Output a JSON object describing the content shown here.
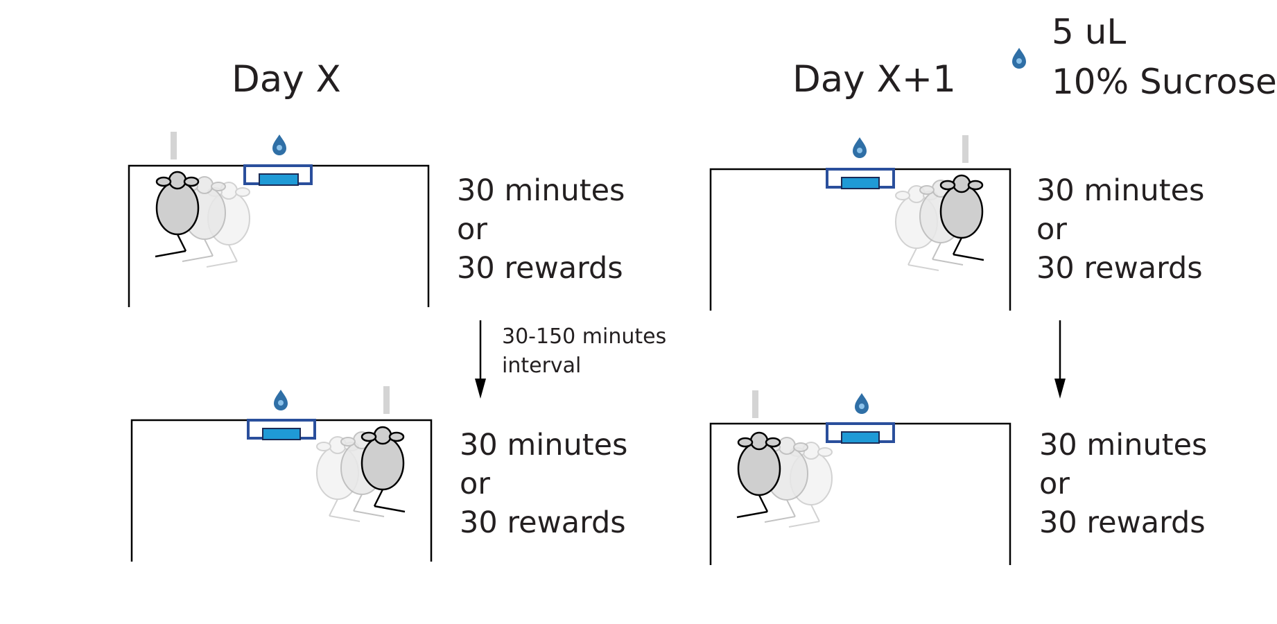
{
  "legend": {
    "icon": "water-drop-icon",
    "volume": "5 uL",
    "solution": "10% Sucrose"
  },
  "columns": [
    {
      "title": "Day X",
      "sessions": [
        {
          "line1": "30 minutes",
          "line2": "or",
          "line3": "30 rewards",
          "lever_side": "left"
        },
        {
          "line1": "30 minutes",
          "line2": "or",
          "line3": "30 rewards",
          "lever_side": "right"
        }
      ],
      "interval": {
        "line1": "30-150 minutes",
        "line2": "interval"
      }
    },
    {
      "title": "Day X+1",
      "sessions": [
        {
          "line1": "30 minutes",
          "line2": "or",
          "line3": "30 rewards",
          "lever_side": "right"
        },
        {
          "line1": "30 minutes",
          "line2": "or",
          "line3": "30 rewards",
          "lever_side": "left"
        }
      ]
    }
  ],
  "colors": {
    "drop": "#2f6fa6",
    "port_outline": "#2a4f9c",
    "port_fill": "#1f9ad6",
    "lever": "#d4d4d4",
    "rat_fill": "#cfcfcf",
    "ink": "#000000"
  }
}
